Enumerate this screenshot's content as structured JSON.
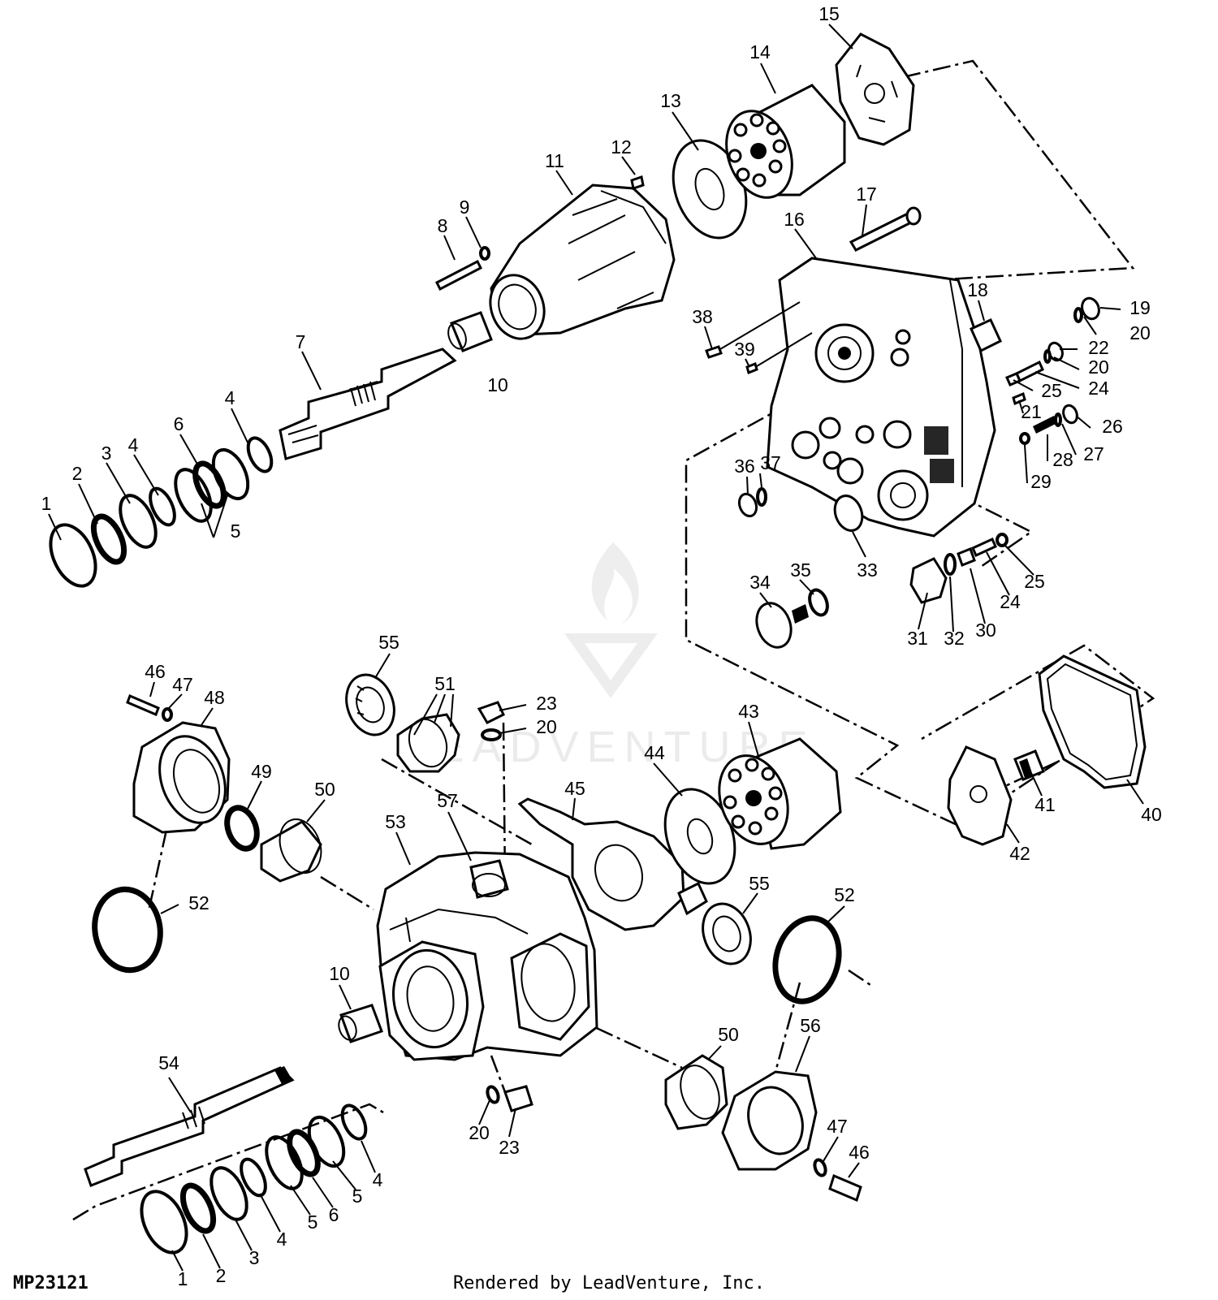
{
  "diagram": {
    "code": "MP23121",
    "credit": "Rendered by LeadVenture, Inc.",
    "watermark": "LEADVENTURE",
    "callouts": [
      "1",
      "2",
      "3",
      "4",
      "4",
      "5",
      "5",
      "6",
      "7",
      "8",
      "9",
      "10",
      "11",
      "12",
      "13",
      "14",
      "15",
      "16",
      "17",
      "18",
      "19",
      "20",
      "20",
      "21",
      "22",
      "20",
      "24",
      "25",
      "26",
      "27",
      "28",
      "29",
      "36",
      "37",
      "38",
      "39",
      "33",
      "31",
      "32",
      "30",
      "24",
      "25",
      "34",
      "35",
      "46",
      "47",
      "48",
      "49",
      "50",
      "52",
      "55",
      "51",
      "23",
      "20",
      "57",
      "53",
      "45",
      "44",
      "43",
      "55",
      "42",
      "41",
      "40",
      "52",
      "10",
      "54",
      "50",
      "56",
      "20",
      "23",
      "47",
      "46",
      "1",
      "2",
      "3",
      "4",
      "5",
      "6",
      "5",
      "4"
    ]
  }
}
